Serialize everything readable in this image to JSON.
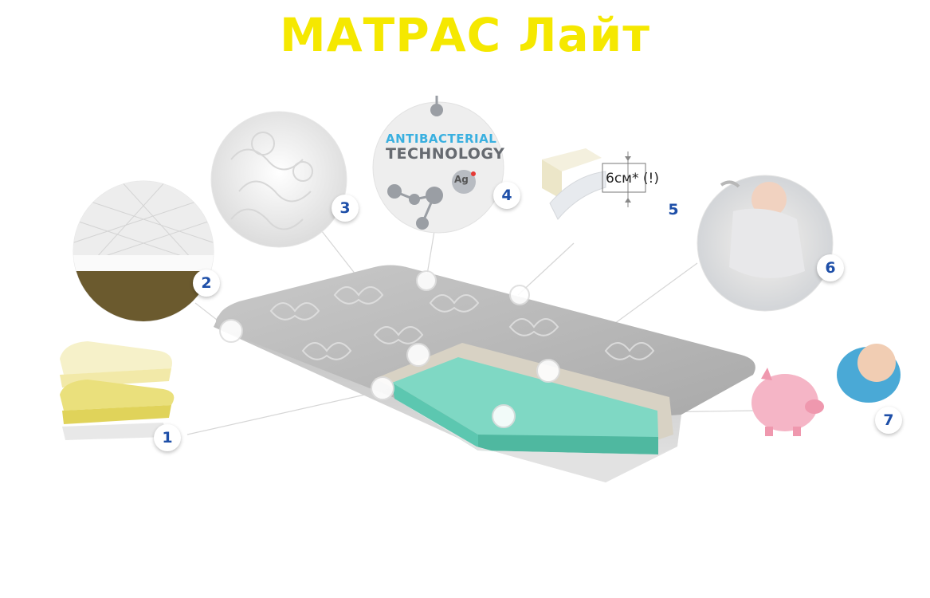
{
  "title": "МАТРАС Лайт",
  "colors": {
    "title": "#f5e800",
    "badge_text": "#1e4fa8",
    "foam": "#7fd8c4"
  },
  "callouts": [
    {
      "number": "1",
      "icon": "foam-layers-icon"
    },
    {
      "number": "2",
      "icon": "quilted-cover-icon"
    },
    {
      "number": "3",
      "icon": "jacquard-fabric-icon"
    },
    {
      "number": "4",
      "icon": "antibacterial-molecule-icon"
    },
    {
      "number": "5",
      "icon": "thickness-profile-icon"
    },
    {
      "number": "6",
      "icon": "sleeping-baby-icon"
    },
    {
      "number": "7",
      "icon": "piggy-bank-icon"
    }
  ],
  "antibacterial": {
    "line1": "ANTIBACTERIAL",
    "line2": "TECHNOLOGY",
    "symbol": "Ag"
  },
  "thickness": {
    "label": "6см* (!)"
  }
}
